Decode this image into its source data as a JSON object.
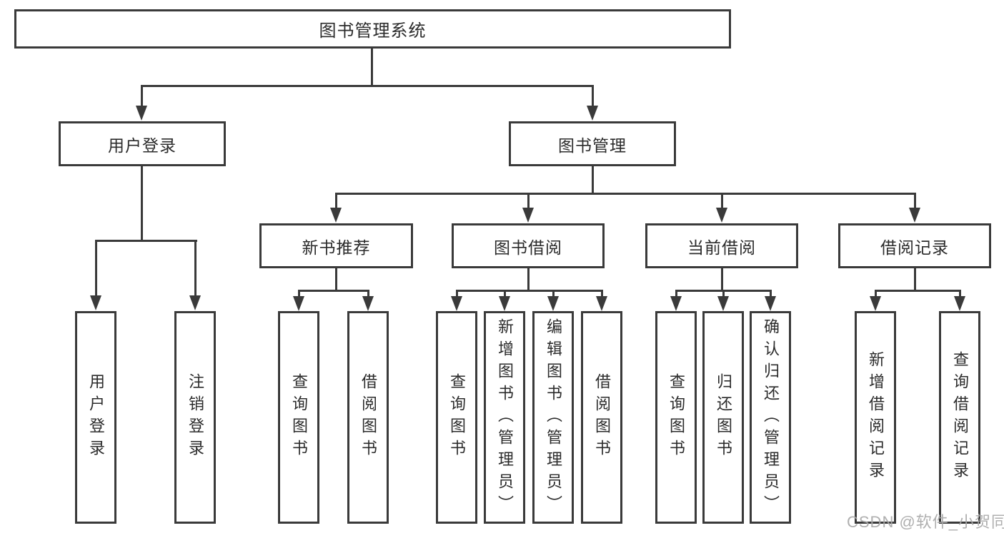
{
  "tree": {
    "label": "图书管理系统",
    "children": [
      {
        "label": "用户登录",
        "children": [
          {
            "label": "用户登录"
          },
          {
            "label": "注销登录"
          }
        ]
      },
      {
        "label": "图书管理",
        "children": [
          {
            "label": "新书推荐",
            "children": [
              {
                "label": "查询图书"
              },
              {
                "label": "借阅图书"
              }
            ]
          },
          {
            "label": "图书借阅",
            "children": [
              {
                "label": "查询图书"
              },
              {
                "label": "新增图书（管理员）"
              },
              {
                "label": "编辑图书（管理员）"
              },
              {
                "label": "借阅图书"
              }
            ]
          },
          {
            "label": "当前借阅",
            "children": [
              {
                "label": "查询图书"
              },
              {
                "label": "归还图书"
              },
              {
                "label": "确认归还（管理员）"
              }
            ]
          },
          {
            "label": "借阅记录",
            "children": [
              {
                "label": "新增借阅记录"
              },
              {
                "label": "查询借阅记录"
              }
            ]
          }
        ]
      }
    ]
  },
  "watermark": {
    "text": "CSDN @软件_小贺同学"
  },
  "colors": {
    "line": "#3a3a3a",
    "text": "#2b2b2b",
    "background": "#ffffff",
    "watermark": "#a8a8a8"
  }
}
